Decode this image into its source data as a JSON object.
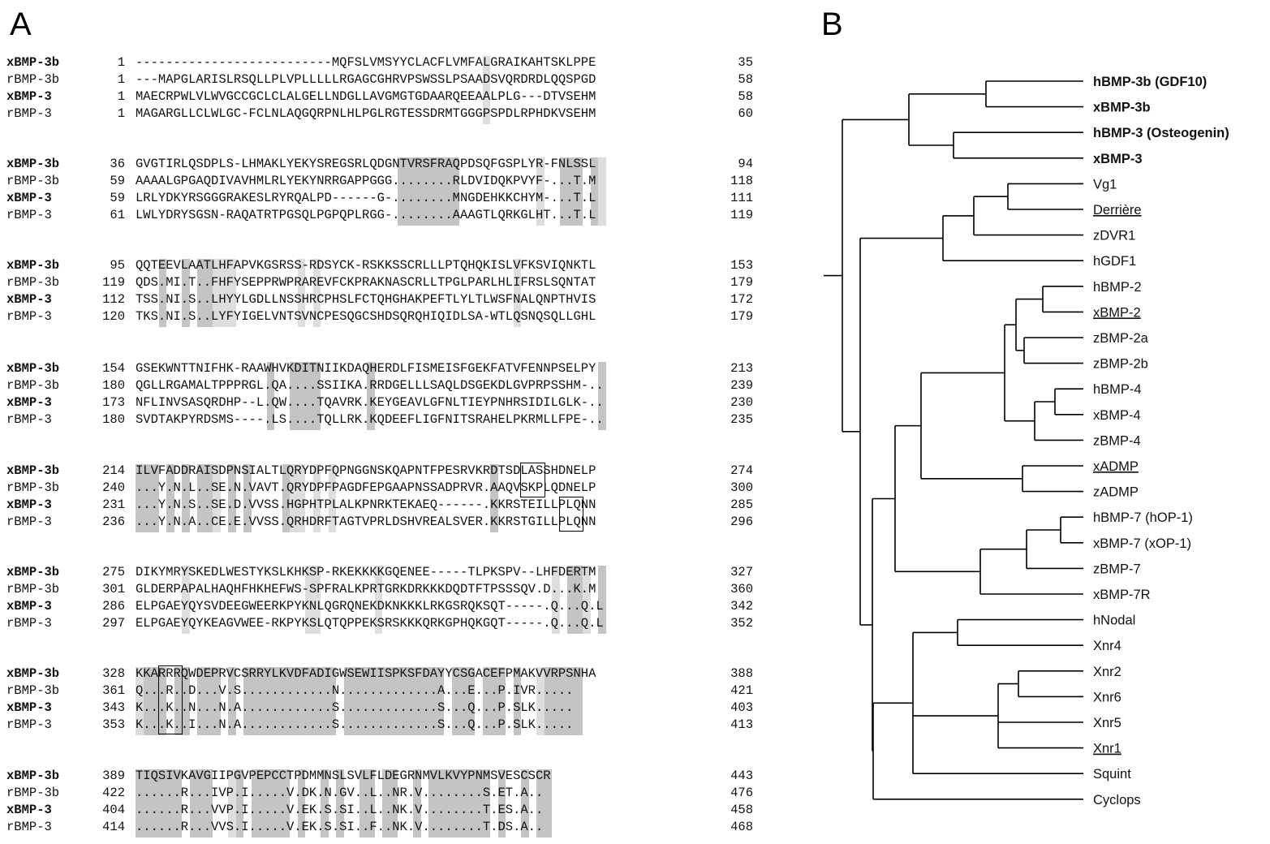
{
  "panels": {
    "a_label": "A",
    "b_label": "B"
  },
  "alignment": {
    "blocks": [
      {
        "rows": [
          {
            "name": "xBMP-3b",
            "bold": true,
            "start": "1",
            "seq": "--------------------------MQFSLVMSYYCLACFLVMFALGRAIKAHTSKLPPE",
            "end": "35"
          },
          {
            "name": "rBMP-3b",
            "bold": false,
            "start": "1",
            "seq": "---MAPGLARISLRSQLLPLVPLLLLLRGAGCGHRVPSWSSLPSAADSVQRDRDLQQSPGD",
            "end": "58"
          },
          {
            "name": "xBMP-3",
            "bold": true,
            "start": "1",
            "seq": "MAECRPWLVLWVGCCGCLCLALGELLNDGLLAVGMGTGDAARQEEAALPLG---DTVSEHM",
            "end": "58"
          },
          {
            "name": "rBMP-3",
            "bold": false,
            "start": "1",
            "seq": "MAGARGLLCLWLGC-FCLNLAQGQRPNLHLPGLRGTESSDRMTGGGPSPDLRPHDKVSEHM",
            "end": "60"
          }
        ]
      },
      {
        "rows": [
          {
            "name": "xBMP-3b",
            "bold": true,
            "start": "36",
            "seq": "GVGTIRLQSDPLS-LHMAKLYEKYSREGSRLQDGNTVRSFRAQPDSQFGSPLYR-FNLSSL",
            "end": "94"
          },
          {
            "name": "rBMP-3b",
            "bold": false,
            "start": "59",
            "seq": "AAAALGPGAQDIVAVHMLRLYEKYNRRGAPPGGG........RLDVIDQKPVYF-...T.M",
            "end": "118"
          },
          {
            "name": "xBMP-3",
            "bold": true,
            "start": "59",
            "seq": "LRLYDKYRSGGGRAKESLRYRQALPD------G-........MNGDEHKKCHYM-...T.L",
            "end": "111"
          },
          {
            "name": "rBMP-3",
            "bold": false,
            "start": "61",
            "seq": "LWLYDRYSGSN-RAQATRTPGSQLPGPQPLRGG-........AAAGTLQRKGLHT...T.L",
            "end": "119"
          }
        ]
      },
      {
        "rows": [
          {
            "name": "xBMP-3b",
            "bold": true,
            "start": "95",
            "seq": "QQTEEVLAATLHFAPVKGSRSS-RDSYCK-RSKKSSCRLLLPTQHQKISLVFKSVIQNKTL",
            "end": "153"
          },
          {
            "name": "rBMP-3b",
            "bold": false,
            "start": "119",
            "seq": "QDS.MI.T..FHFYSEPPRWPRAREVFCKPRAKNASCRLLTPGLPARLHLIFRSLSQNTAT",
            "end": "179"
          },
          {
            "name": "xBMP-3",
            "bold": true,
            "start": "112",
            "seq": "TSS.NI.S..LHYYLGDLLNSSHRCPHSLFCTQHGHAKPEFTLYLTLWSFNALQNPTHVIS",
            "end": "172"
          },
          {
            "name": "rBMP-3",
            "bold": false,
            "start": "120",
            "seq": "TKS.NI.S..LYFYIGELVNTSVNCPESQGCSHDSQRQHIQIDLSA-WTLQSNQSQLLGHL",
            "end": "179"
          }
        ]
      },
      {
        "rows": [
          {
            "name": "xBMP-3b",
            "bold": true,
            "start": "154",
            "seq": "GSEKWNTTNIFHK-RAAWHVKDITNIIKDAQHERDLFISMEISFGEKFATVFENNPSELPY",
            "end": "213"
          },
          {
            "name": "rBMP-3b",
            "bold": false,
            "start": "180",
            "seq": "QGLLRGAMALTPPPRGL.QA....SSIIKA.RRDGELLLSAQLDSGEKDLGVPRPSSHM-..",
            "end": "239"
          },
          {
            "name": "xBMP-3",
            "bold": true,
            "start": "173",
            "seq": "NFLINVSASQRDHP--L.QW....TQAVRK.KEYGEAVLGFNLTIEYPNHRSIDILGLK-..",
            "end": "230"
          },
          {
            "name": "rBMP-3",
            "bold": false,
            "start": "180",
            "seq": "SVDTAKPYRDSMS----.LS....TQLLRK.KQDEEFLIGFNITSRAHELPKRMLLFPE-..",
            "end": "235"
          }
        ]
      },
      {
        "rows": [
          {
            "name": "xBMP-3b",
            "bold": true,
            "start": "214",
            "seq": "ILVFADDRAISDPNSIALTLQRYDPFQPNGGNSKQAPNTFPESRVKRDTSDLASSHDNELP",
            "end": "274"
          },
          {
            "name": "rBMP-3b",
            "bold": false,
            "start": "240",
            "seq": "...Y.N.L..SE.N.VAVT.QRYDPFPAGDFEPGAAPNSSADPRVR.AAQVSKPLQDNELP",
            "end": "300"
          },
          {
            "name": "xBMP-3",
            "bold": true,
            "start": "231",
            "seq": "...Y.N.S..SE.D.VVSS.HGPHTPLALKPNRKTEKAEQ------.KKRSTEILLPLQNN",
            "end": "285"
          },
          {
            "name": "rBMP-3",
            "bold": false,
            "start": "236",
            "seq": "...Y.N.A..CE.E.VVSS.QRHDRFTAGTVPRLDSHVREALSVER.KKRSTGILLPLQNN",
            "end": "296"
          }
        ]
      },
      {
        "rows": [
          {
            "name": "xBMP-3b",
            "bold": true,
            "start": "275",
            "seq": "DIKYMRYSKEDLWESTYKSLKHKSP-RKEKKKKGQENEE-----TLPKSPV--LHFDERTM",
            "end": "327"
          },
          {
            "name": "rBMP-3b",
            "bold": false,
            "start": "301",
            "seq": "GLDERPAPALHAQHFHKHEFWS-SPFRALKPRTGRKDRKKKDQDTFTPSSSQV.D...K.M",
            "end": "360"
          },
          {
            "name": "xBMP-3",
            "bold": true,
            "start": "286",
            "seq": "ELPGAEYQYSVDEEGWEERKPYKNLQGRQNEKDKNKKKLRKGSRQKSQT-----.Q...Q.L",
            "end": "342"
          },
          {
            "name": "rBMP-3",
            "bold": false,
            "start": "297",
            "seq": "ELPGAEYQYKEAGVWEE-RKPYKSLQTQPPEKSRSKKKQRKGPHQKGQT-----.Q...Q.L",
            "end": "352"
          }
        ]
      },
      {
        "rows": [
          {
            "name": "xBMP-3b",
            "bold": true,
            "start": "328",
            "seq": "KKARRRQWDEPRVCSRRYLKVDFADIGWSEWIISPKSFDAYYCSGACEFPMAKVVRPSNHA",
            "end": "388"
          },
          {
            "name": "rBMP-3b",
            "bold": false,
            "start": "361",
            "seq": "Q...R..D...V.S............N.............A...E...P.IVR.....",
            "end": "421"
          },
          {
            "name": "xBMP-3",
            "bold": true,
            "start": "343",
            "seq": "K...K..N...N.A............S.............S...Q...P.SLK.....",
            "end": "403"
          },
          {
            "name": "rBMP-3",
            "bold": false,
            "start": "353",
            "seq": "K...K..I...N.A............S.............S...Q...P.SLK.....",
            "end": "413"
          }
        ]
      },
      {
        "rows": [
          {
            "name": "xBMP-3b",
            "bold": true,
            "start": "389",
            "seq": "TIQSIVKAVGIIPGVPEPCCTPDMMNSLSVLFLDEGRNMVLKVYPNMSVESCSCR",
            "end": "443"
          },
          {
            "name": "rBMP-3b",
            "bold": false,
            "start": "422",
            "seq": "......R...IVP.I.....V.DK.N.GV..L..NR.V........S.ET.A..",
            "end": "476"
          },
          {
            "name": "xBMP-3",
            "bold": true,
            "start": "404",
            "seq": "......R...VVP.I.....V.EK.S.SI..L..NK.V........T.ES.A..",
            "end": "458"
          },
          {
            "name": "rBMP-3",
            "bold": false,
            "start": "414",
            "seq": "......R...VVS.I.....V.EK.S.SI..F..NK.V........T.DS.A..",
            "end": "468"
          }
        ]
      }
    ]
  },
  "tree": {
    "taxa": [
      {
        "label": "hBMP-3b (GDF10)",
        "bold": true,
        "underline": false
      },
      {
        "label": "xBMP-3b",
        "bold": true,
        "underline": false
      },
      {
        "label": "hBMP-3 (Osteogenin)",
        "bold": true,
        "underline": false
      },
      {
        "label": "xBMP-3",
        "bold": true,
        "underline": false
      },
      {
        "label": "Vg1",
        "bold": false,
        "underline": false
      },
      {
        "label": "Derrière",
        "bold": false,
        "underline": true
      },
      {
        "label": "zDVR1",
        "bold": false,
        "underline": false
      },
      {
        "label": "hGDF1",
        "bold": false,
        "underline": false
      },
      {
        "label": "hBMP-2",
        "bold": false,
        "underline": false
      },
      {
        "label": "xBMP-2",
        "bold": false,
        "underline": true
      },
      {
        "label": "zBMP-2a",
        "bold": false,
        "underline": false
      },
      {
        "label": "zBMP-2b",
        "bold": false,
        "underline": false
      },
      {
        "label": "hBMP-4",
        "bold": false,
        "underline": false
      },
      {
        "label": "xBMP-4",
        "bold": false,
        "underline": false
      },
      {
        "label": "zBMP-4",
        "bold": false,
        "underline": false
      },
      {
        "label": "xADMP",
        "bold": false,
        "underline": true
      },
      {
        "label": "zADMP",
        "bold": false,
        "underline": false
      },
      {
        "label": "hBMP-7 (hOP-1)",
        "bold": false,
        "underline": false
      },
      {
        "label": "xBMP-7 (xOP-1)",
        "bold": false,
        "underline": false
      },
      {
        "label": "zBMP-7",
        "bold": false,
        "underline": false
      },
      {
        "label": "xBMP-7R",
        "bold": false,
        "underline": false
      },
      {
        "label": "hNodal",
        "bold": false,
        "underline": false
      },
      {
        "label": "Xnr4",
        "bold": false,
        "underline": false
      },
      {
        "label": "Xnr2",
        "bold": false,
        "underline": false
      },
      {
        "label": "Xnr6",
        "bold": false,
        "underline": false
      },
      {
        "label": "Xnr5",
        "bold": false,
        "underline": false
      },
      {
        "label": "Xnr1",
        "bold": false,
        "underline": true
      },
      {
        "label": "Squint",
        "bold": false,
        "underline": false
      },
      {
        "label": "Cyclops",
        "bold": false,
        "underline": false
      }
    ]
  }
}
